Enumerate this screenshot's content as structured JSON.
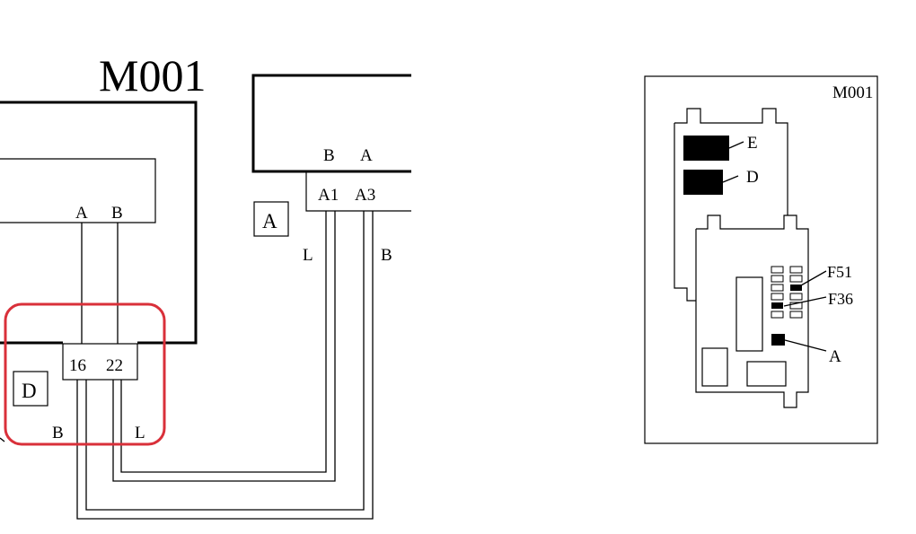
{
  "schematic": {
    "module_label": "M001",
    "inner_pins": [
      "A",
      "B"
    ],
    "connector_d": {
      "pins": [
        "16",
        "22"
      ],
      "label": "D"
    },
    "wire_labels_d": [
      "B",
      "L"
    ],
    "right_unit": {
      "pins_top": [
        "B",
        "A"
      ],
      "pins": [
        "A1",
        "A3"
      ],
      "label": "A"
    },
    "wire_labels_a": [
      "L",
      "B"
    ]
  },
  "location_view": {
    "title": "M001",
    "callouts": [
      "E",
      "D",
      "F51",
      "F36",
      "A"
    ]
  },
  "highlight": {
    "color": "#d9303a"
  }
}
